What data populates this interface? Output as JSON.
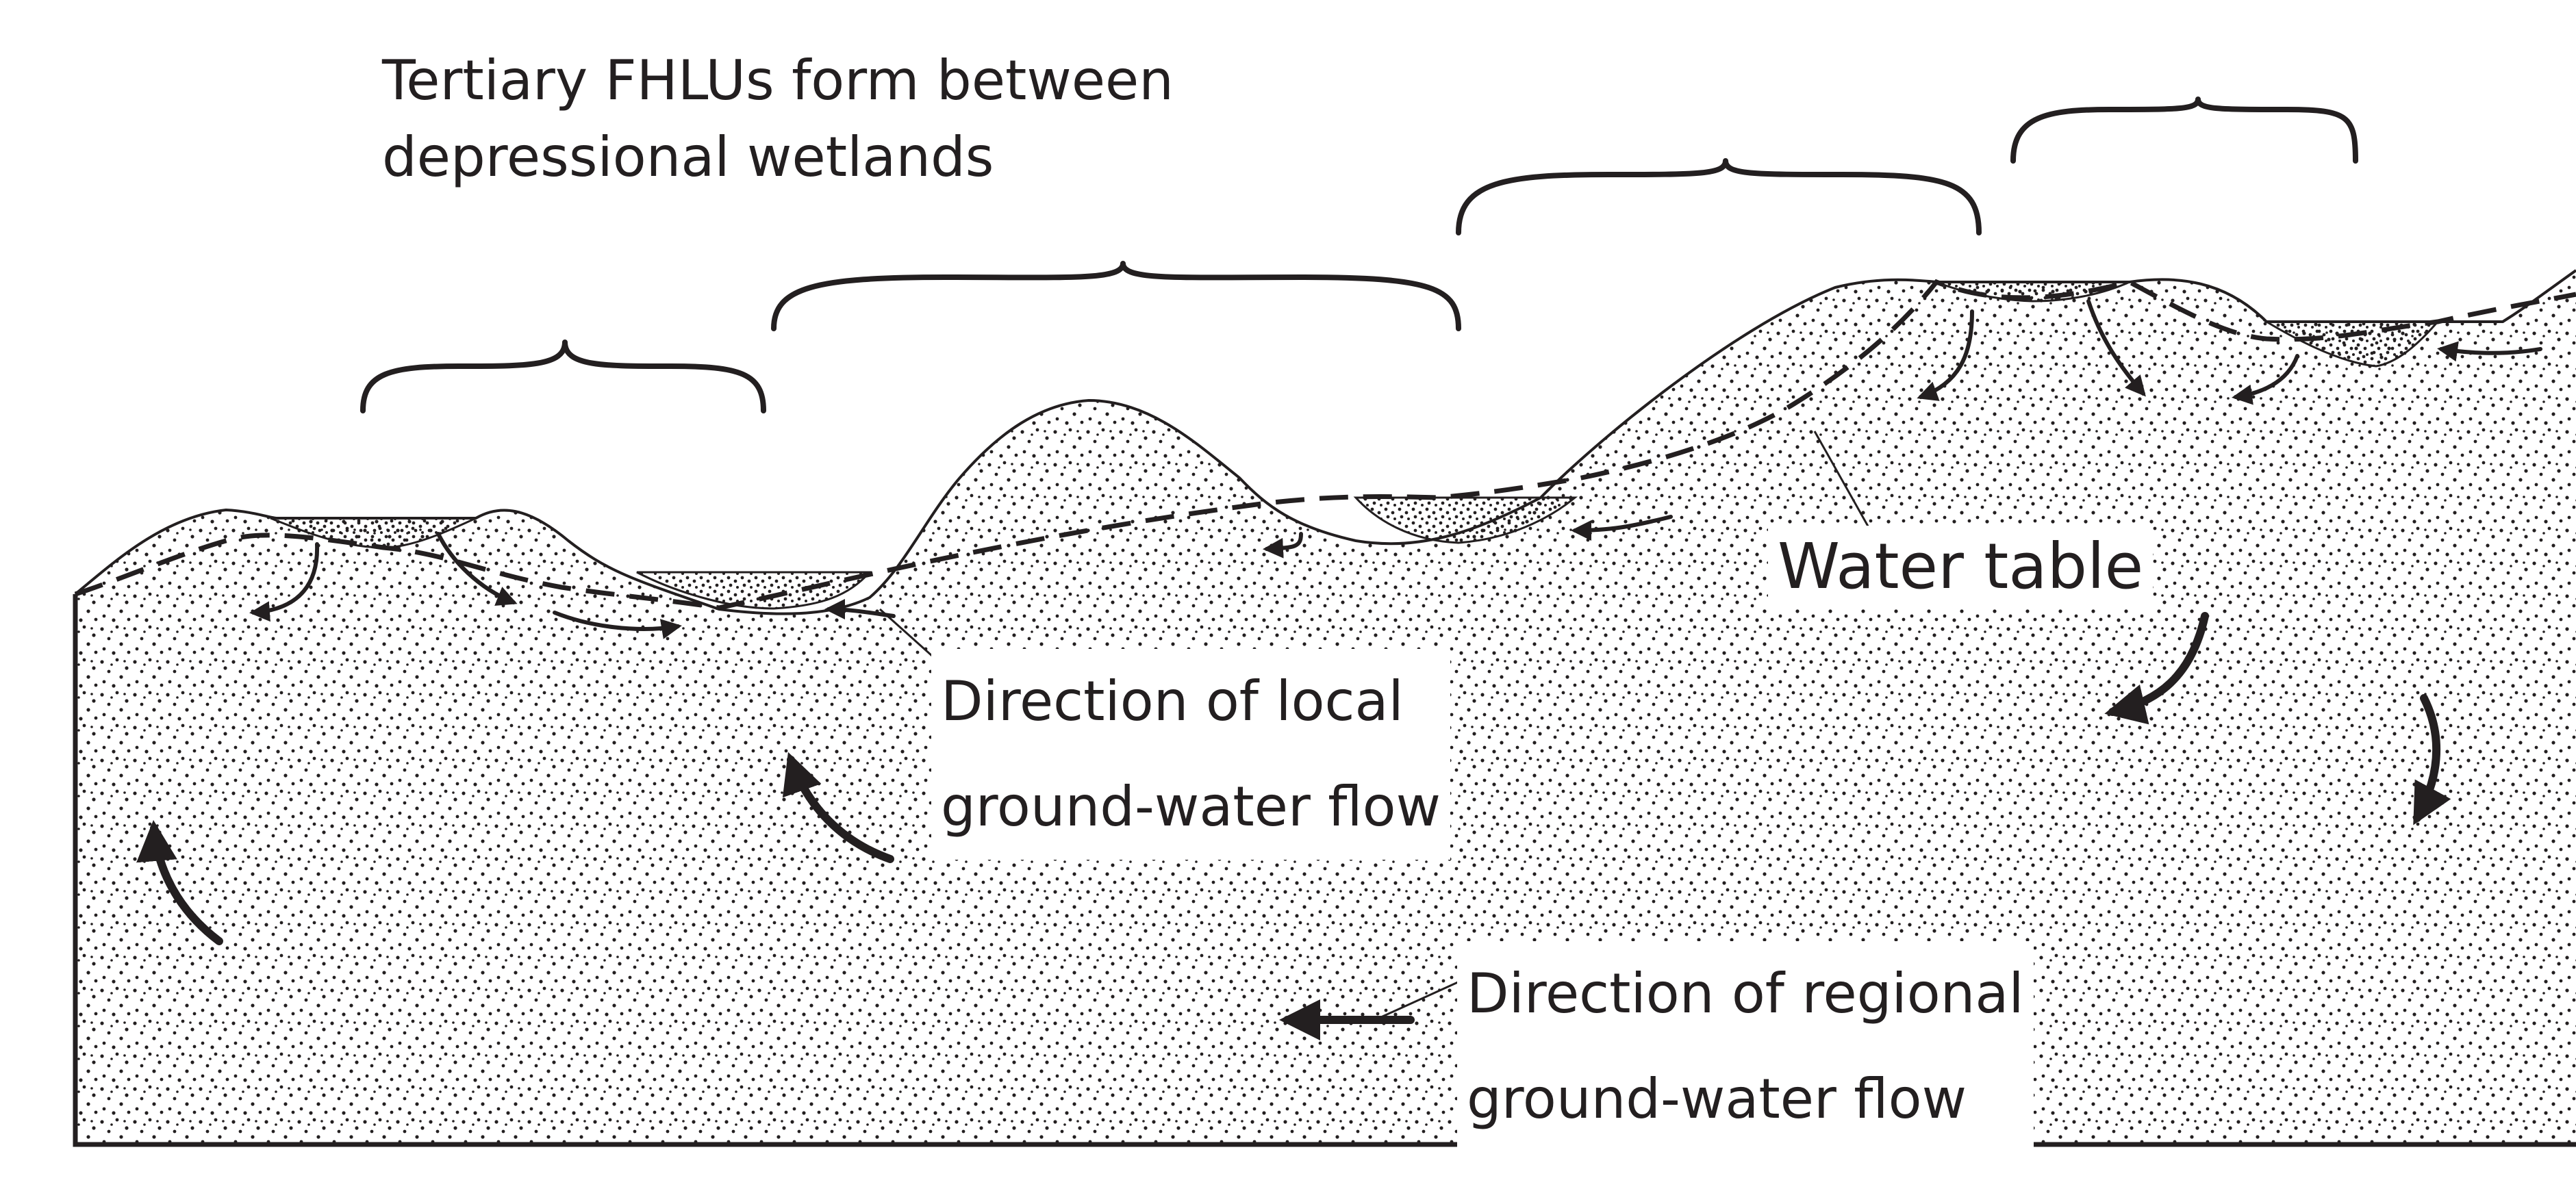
{
  "title": {
    "line1": "Tertiary FHLUs form between",
    "line2": "depressional wetlands"
  },
  "labels": {
    "water_table": "Water table",
    "local_flow_line1": "Direction of local",
    "local_flow_line2": "ground-water flow",
    "regional_flow_line1": "Direction of regional",
    "regional_flow_line2": "ground-water flow"
  },
  "colors": {
    "ink": "#231f20",
    "background": "#ffffff"
  },
  "icons": [
    "curly-brace",
    "curved-arrow",
    "straight-arrow",
    "stipple-pattern"
  ]
}
